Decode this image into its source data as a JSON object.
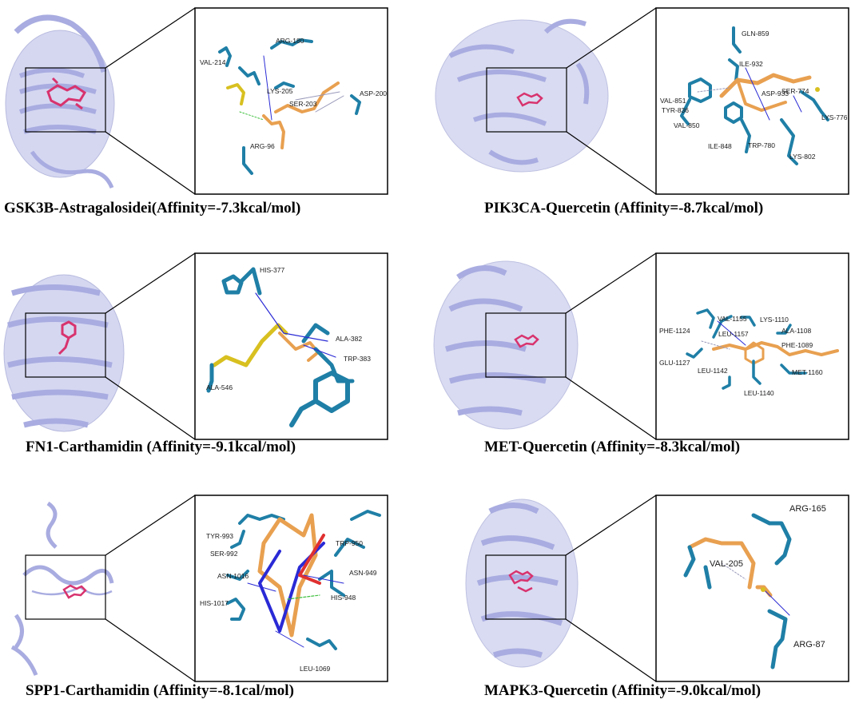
{
  "panels": [
    {
      "caption": "GSK3B-Astragalosidei(Affinity=-7.3kcal/mol)",
      "residues": [
        "ARG-180",
        "VAL-214",
        "LYS-205",
        "SER-203",
        "ASP-200",
        "ARG-96"
      ]
    },
    {
      "caption": "PIK3CA-Quercetin (Affinity=-8.7kcal/mol)",
      "residues": [
        "GLN-859",
        "ILE-932",
        "ASP-933",
        "SER-774",
        "VAL-851",
        "TYR-836",
        "VAL-850",
        "LYS-776",
        "ILE-848",
        "TRP-780",
        "LYS-802"
      ]
    },
    {
      "caption": "FN1-Carthamidin (Affinity=-9.1kcal/mol)",
      "residues": [
        "HIS-377",
        "ALA-382",
        "TRP-383",
        "ALA-546"
      ]
    },
    {
      "caption": "MET-Quercetin (Affinity=-8.3kcal/mol)",
      "residues": [
        "VAL-1155",
        "LYS-1110",
        "PHE-1124",
        "ALA-1108",
        "LEU-1157",
        "PHE-1089",
        "GLU-1127",
        "LEU-1142",
        "MET-1160",
        "LEU-1140"
      ]
    },
    {
      "caption": "SPP1-Carthamidin (Affinity=-8.1cal/mol)",
      "residues": [
        "TYR-993",
        "TRP-950",
        "SER-992",
        "ASN-1016",
        "ASN-949",
        "HIS-948",
        "HIS-1017",
        "LEU-1069"
      ]
    },
    {
      "caption": "MAPK3-Quercetin (Affinity=-9.0kcal/mol)",
      "residues": [
        "ARG-165",
        "VAL-205",
        "ARG-87"
      ]
    }
  ],
  "colors": {
    "protein": "#b4b8e6",
    "protein_dark": "#7f84c4",
    "ligand_pink": "#d8336e",
    "residue_teal": "#1f7fa6",
    "ligand_orange": "#e8a050",
    "bond_blue": "#2a2ad6",
    "sulfur_yellow": "#d8c020",
    "oxygen_red": "#e03030"
  }
}
